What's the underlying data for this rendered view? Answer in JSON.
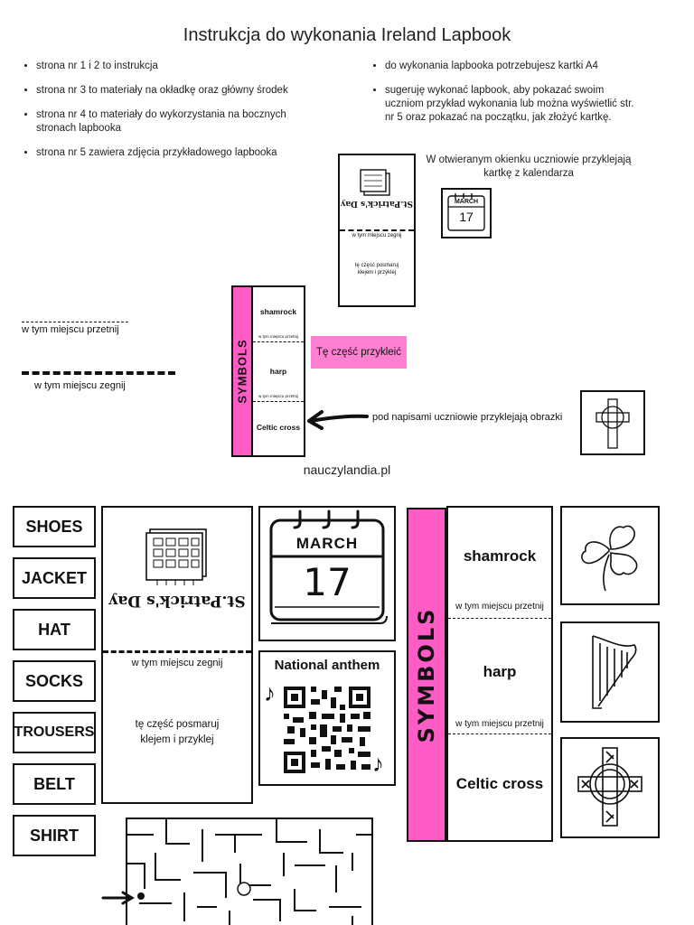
{
  "header": {
    "title": "Instrukcja do wykonania Ireland Lapbook"
  },
  "instructions_left": [
    "strona nr  1 i 2 to instrukcja",
    "strona nr 3 to materiały na okładkę oraz główny środek",
    "strona nr 4 to materiały do wykorzystania na bocznych stronach lapbooka",
    "strona nr 5 zawiera zdjęcia przykładowego lapbooka"
  ],
  "instructions_right": [
    "do wykonania lapbooka potrzebujesz kartki A4",
    "sugeruję wykonać lapbook, aby pokazać swoim uczniom przykład wykonania lub można wyświetlić str. nr 5 oraz pokazać na początku, jak złożyć kartkę."
  ],
  "diagram": {
    "window_note": "W otwieranym okienku uczniowie przyklejają kartkę z kalendarza",
    "calendar_month_small": "MARCH",
    "calendar_day_small": "17",
    "flap_title_upside": "St.Patrick's Day",
    "fold_here_small": "w tym miejscu zegnij",
    "glue_small": "tę część posmaruj klejem i przyklej",
    "cut_legend": "w tym miejscu przetnij",
    "fold_legend": "w tym miejscu zegnij",
    "symbols_label": "SYMBOLS",
    "symbols": [
      "shamrock",
      "harp",
      "Celtic cross"
    ],
    "cut_tiny": "w tym miejscu przetnij",
    "glue_here": "Tę część przykleić",
    "pictures_note": "pod napisami uczniowie przyklejają obrazki"
  },
  "footer": {
    "site": "nauczylandia.pl"
  },
  "materials": {
    "clothes": [
      "SHOES",
      "JACKET",
      "HAT",
      "SOCKS",
      "TROUSERS",
      "BELT",
      "SHIRT"
    ],
    "flap_title_upside": "St.Patrick's Day",
    "fold_here": "w tym miejscu zegnij",
    "glue_here": "tę część posmaruj klejem i przyklej",
    "calendar_month": "MARCH",
    "calendar_day": "17",
    "anthem_title": "National anthem",
    "symbols_label": "SYMBOLS",
    "symbols": [
      "shamrock",
      "harp",
      "Celtic cross"
    ],
    "cut_here": "w tym miejscu przetnij"
  },
  "colors": {
    "pink": "#ff5cc6",
    "glue_label_bg": "#ff7fd0",
    "ink": "#111111"
  },
  "icons": [
    "calendar-icon",
    "shamrock-icon",
    "harp-icon",
    "celtic-cross-icon",
    "qr-code-icon",
    "music-note-icon",
    "arrow-icon",
    "maze-icon"
  ]
}
